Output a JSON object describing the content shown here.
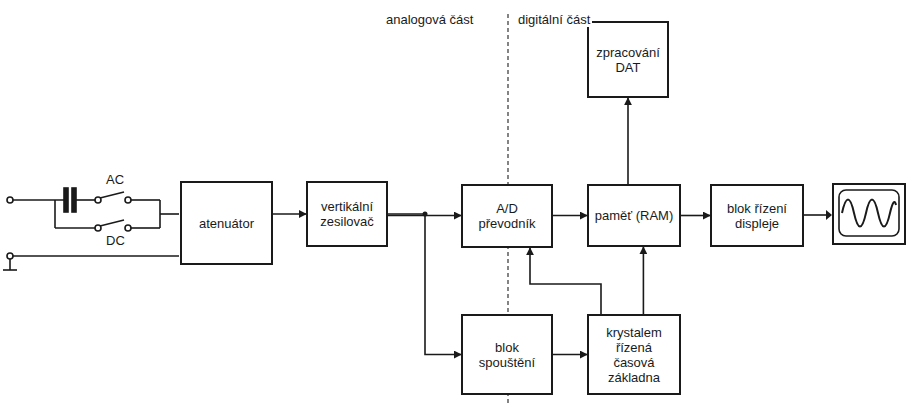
{
  "diagram": {
    "nodes": [
      {
        "text": [
          "atenuátor"
        ]
      },
      {
        "text": [
          "vertikální zesilovač"
        ]
      },
      {
        "text": [
          "A/D převodník"
        ]
      },
      {
        "text": [
          "zpracování DAT"
        ]
      },
      {
        "text": [
          "paměť (RAM)"
        ]
      },
      {
        "text": [
          "blok řízení displeje"
        ]
      },
      {
        "text": [
          "blok spouštění"
        ]
      },
      {
        "text": [
          "krystalem řízená časová základna"
        ]
      }
    ],
    "edges": [
      {
        "from": 0,
        "to": 1,
        "arrow": "to"
      },
      {
        "from": 1,
        "to": 2,
        "arrow": "to"
      },
      {
        "from": 1,
        "to": 6,
        "arrow": "to"
      },
      {
        "from": 2,
        "to": 4,
        "arrow": "to"
      },
      {
        "from": 4,
        "to": 3,
        "arrow": "to"
      },
      {
        "from": 4,
        "to": 5,
        "arrow": "to"
      },
      {
        "from": 6,
        "to": 7,
        "arrow": "to"
      },
      {
        "from": 7,
        "to": 2,
        "arrow": "to"
      },
      {
        "from": 7,
        "to": 4,
        "arrow": "to"
      }
    ],
    "labels": [
      "AC",
      "DC",
      "analogová část",
      "digitální část"
    ]
  }
}
